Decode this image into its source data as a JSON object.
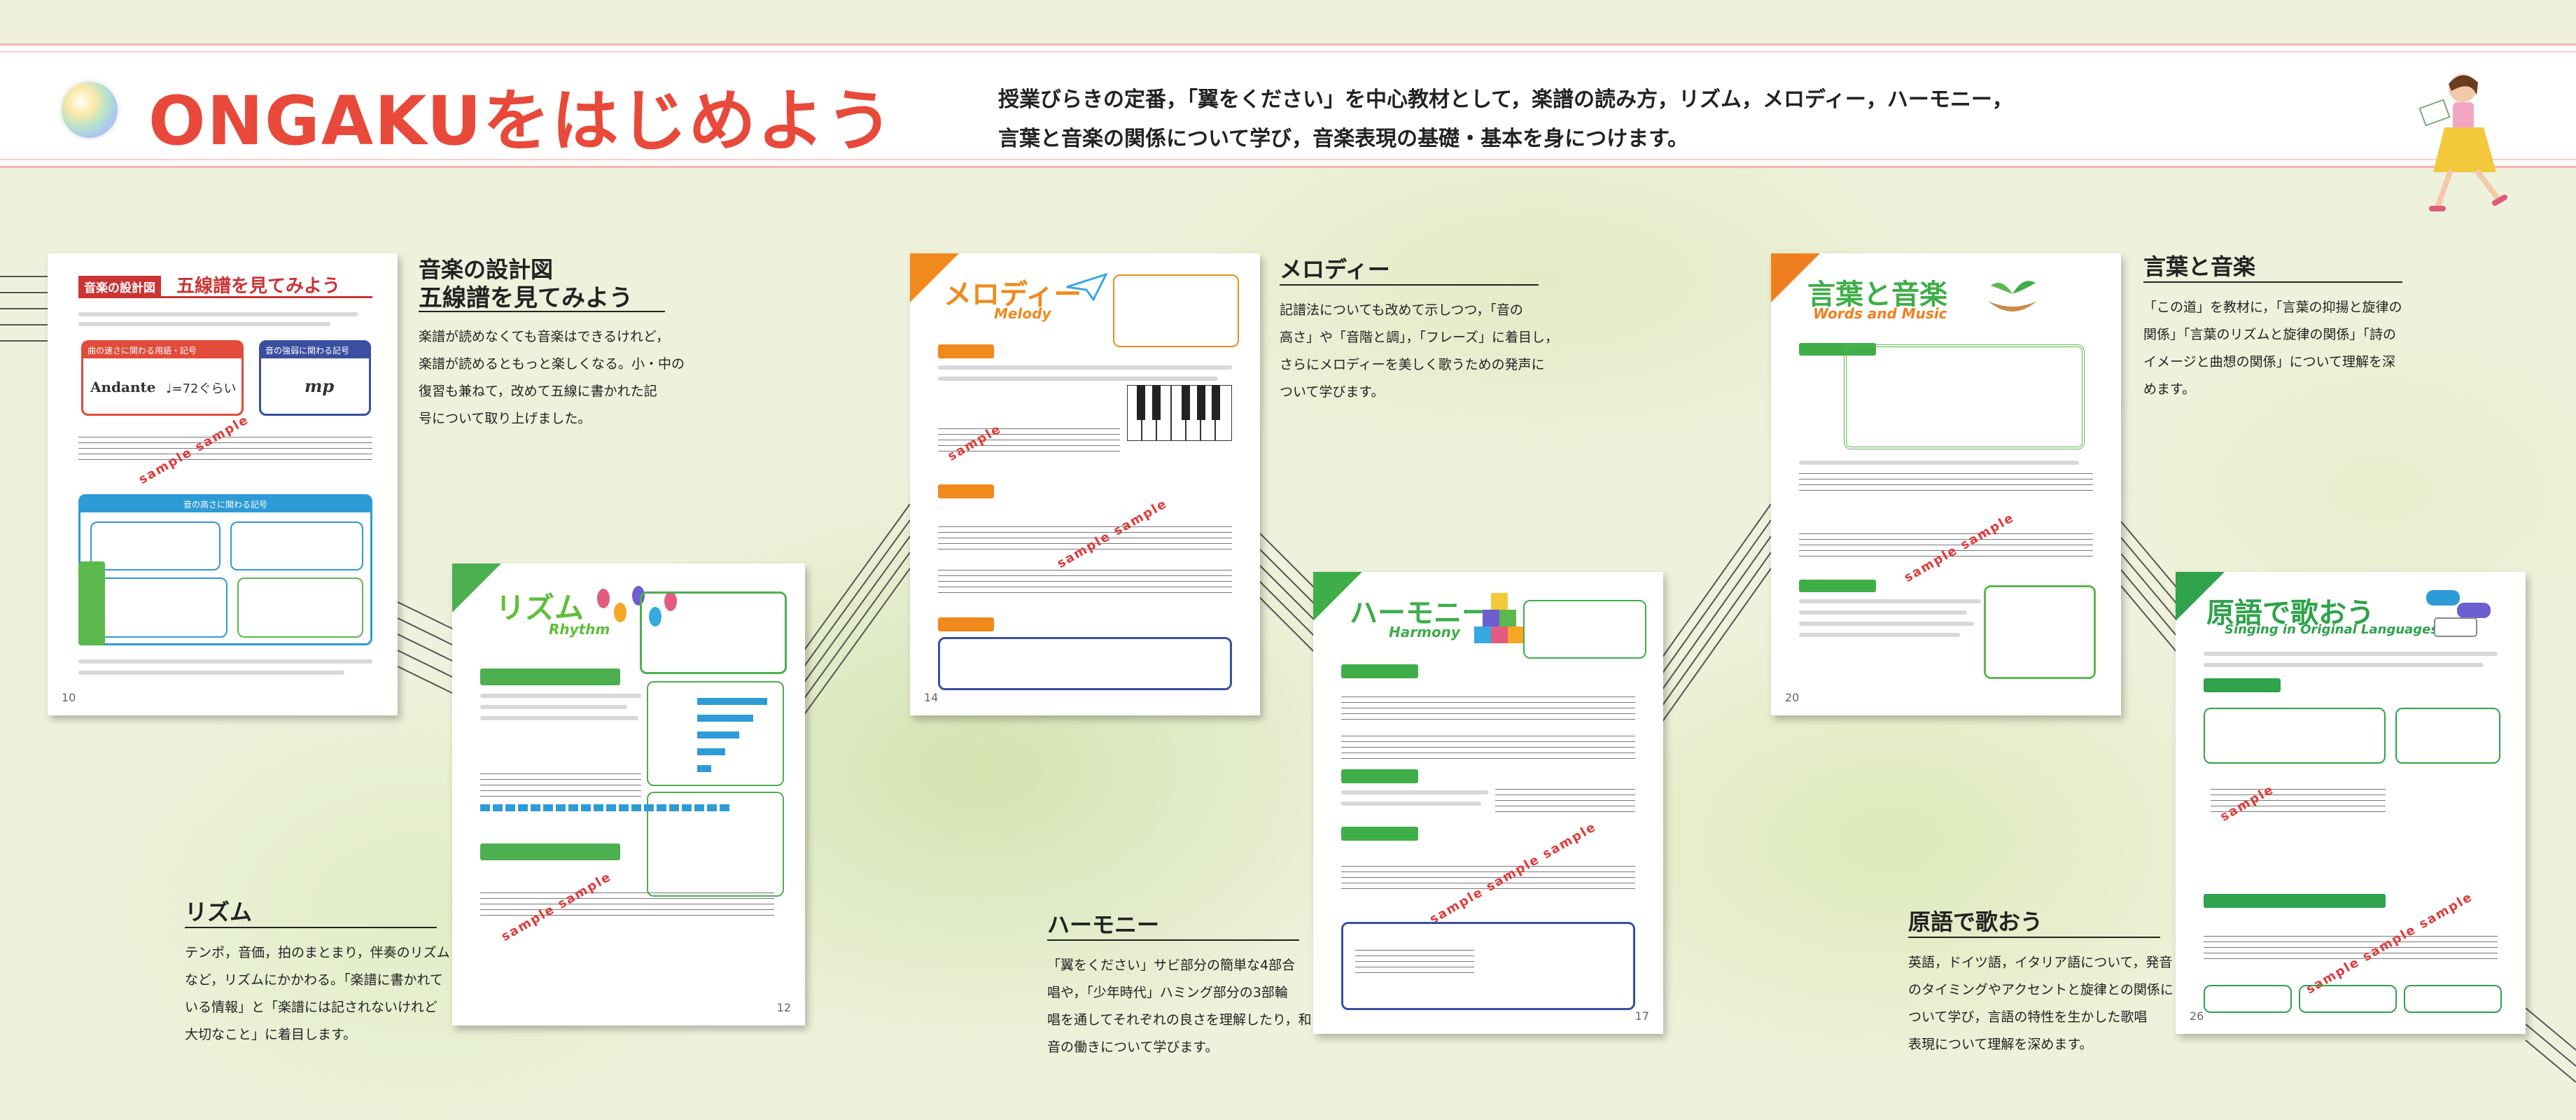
{
  "header": {
    "title": "ONGAKUをはじめよう",
    "intro_line1": "授業びらきの定番，「翼をください」を中心教材として，楽譜の読み方，リズム，メロディー，ハーモニー，",
    "intro_line2": "言葉と音楽の関係について学び，音楽表現の基礎・基本を身につけます。"
  },
  "pages": {
    "score": {
      "tag": "音楽の設計図",
      "heading": "五線譜を見てみよう",
      "box1": "曲の速さに関わる用語・記号",
      "box2": "音の強弱に関わる記号",
      "andante": "Andante",
      "tempo": "♩=72ぐらい",
      "mp": "mp",
      "box3": "音の高さに関わる記号",
      "page_no": "10"
    },
    "rhythm": {
      "title": "リズム",
      "subtitle": "Rhythm",
      "page_no": "12"
    },
    "melody": {
      "title": "メロディー",
      "subtitle": "Melody",
      "page_no": "14"
    },
    "harmony": {
      "title": "ハーモニー",
      "subtitle": "Harmony",
      "page_no": "17"
    },
    "words": {
      "title": "言葉と音楽",
      "subtitle": "Words and Music",
      "page_no": "20"
    },
    "original": {
      "title": "原語で歌おう",
      "subtitle": "Singing in Original Languages",
      "page_no": "26"
    }
  },
  "captions": {
    "score": {
      "title": "音楽の設計図",
      "subtitle": "五線譜を見てみよう",
      "body": [
        "楽譜が読めなくても音楽はできるけれど，",
        "楽譜が読めるともっと楽しくなる。小・中の",
        "復習も兼ねて，改めて五線に書かれた記",
        "号について取り上げました。"
      ]
    },
    "rhythm": {
      "title": "リズム",
      "body": [
        "テンポ，音価，拍のまとまり，伴奏のリズム",
        "など，リズムにかかわる。「楽譜に書かれて",
        "いる情報」と「楽譜には記されないけれど",
        "大切なこと」に着目します。"
      ]
    },
    "melody": {
      "title": "メロディー",
      "body": [
        "記譜法についても改めて示しつつ，「音の",
        "高さ」や「音階と調」，「フレーズ」に着目し，",
        "さらにメロディーを美しく歌うための発声に",
        "ついて学びます。"
      ]
    },
    "harmony": {
      "title": "ハーモニー",
      "body": [
        "「翼をください」サビ部分の簡単な4部合",
        "唱や，「少年時代」ハミング部分の3部輪",
        "唱を通してそれぞれの良さを理解したり，和",
        "音の働きについて学びます。"
      ]
    },
    "words": {
      "title": "言葉と音楽",
      "body": [
        "「この道」を教材に，「言葉の抑揚と旋律の",
        "関係」「言葉のリズムと旋律の関係」「詩の",
        "イメージと曲想の関係」について理解を深",
        "めます。"
      ]
    },
    "original": {
      "title": "原語で歌おう",
      "body": [
        "英語，ドイツ語，イタリア語について，発音",
        "のタイミングやアクセントと旋律との関係に",
        "ついて学び，言語の特性を生かした歌唱",
        "表現について理解を深めます。"
      ]
    }
  },
  "colors": {
    "title_red": "#e8493a",
    "rhythm_green": "#4caf50",
    "melody_orange": "#f08a1c",
    "harmony_green": "#3fae49",
    "words_orange": "#f07f1f",
    "original_green": "#2fa24b"
  }
}
